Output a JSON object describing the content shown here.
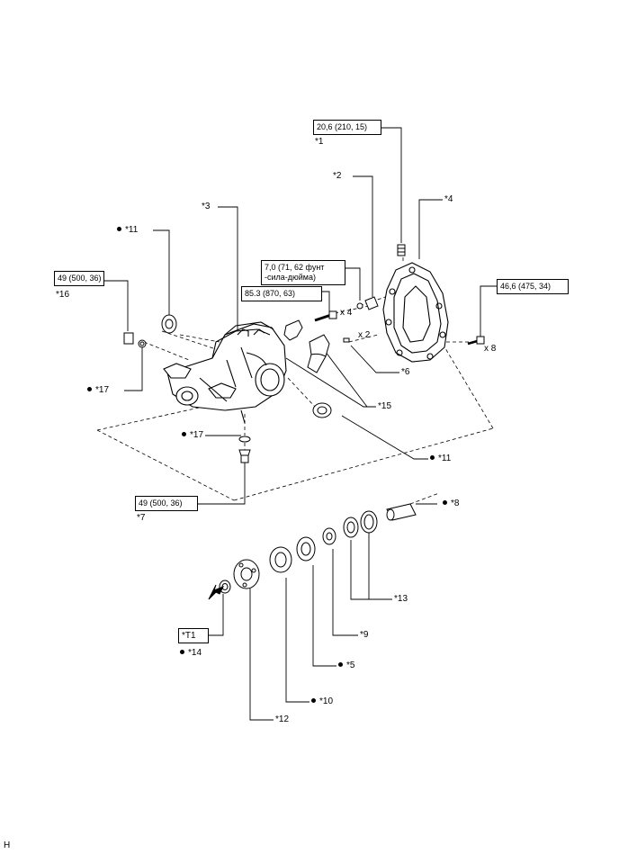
{
  "torque_specs": {
    "t1": "20,6 (210, 15)",
    "t2": "7,0 (71, 62 фунт -сила-дюйма)",
    "t3": "85.3 (870, 63)",
    "t4": "46,6 (475, 34)",
    "t5": "49 (500, 36)",
    "t6": "49 (500, 36)"
  },
  "multipliers": {
    "m1": "x 4",
    "m2": "x 2",
    "m3": "x 8"
  },
  "callouts": {
    "c1": "*1",
    "c2": "*2",
    "c3": "*3",
    "c4": "*4",
    "c5": "*5",
    "c6": "*6",
    "c7": "*7",
    "c8": "*8",
    "c9": "*9",
    "c10": "*10",
    "c11a": "*11",
    "c11b": "*11",
    "c12": "*12",
    "c13": "*13",
    "c14": "*14",
    "c15": "*15",
    "c16": "*16",
    "c17a": "*17",
    "c17b": "*17",
    "t1": "*T1"
  },
  "footer": {
    "code": "H"
  }
}
